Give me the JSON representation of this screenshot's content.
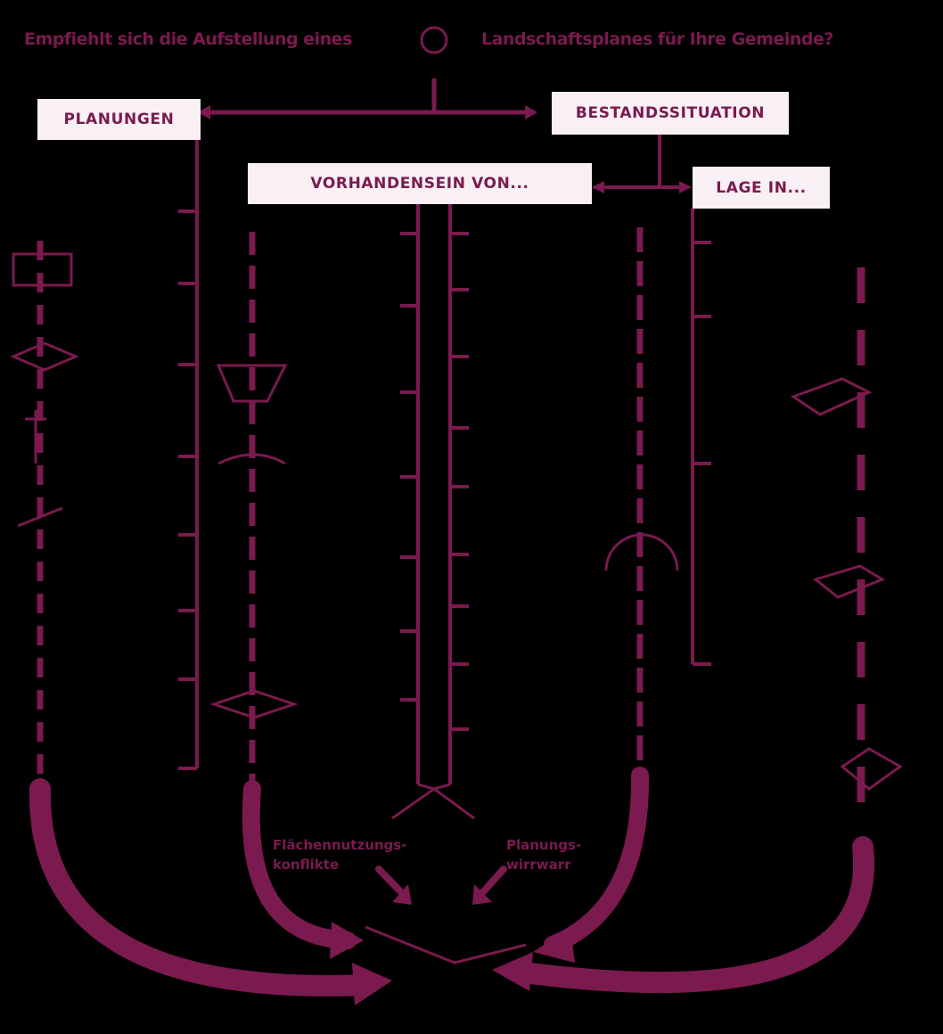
{
  "question": {
    "left": "Empfiehlt sich die Aufstellung eines",
    "right": "Landschaftsplanes für Ihre Gemeinde?"
  },
  "boxes": {
    "planungen": "PLANUNGEN",
    "bestandssituation": "BESTANDSSITUATION",
    "vorhandensein": "VORHANDENSEIN VON...",
    "lage": "LAGE IN..."
  },
  "annotations": {
    "conflicts_line1": "Flächennutzungs-",
    "conflicts_line2": "konflikte",
    "planning_line1": "Planungs-",
    "planning_line2": "wirrwarr"
  },
  "colors": {
    "background": "#000000",
    "accent": "#7a1a4e",
    "box_fill": "#f8f0f4"
  }
}
